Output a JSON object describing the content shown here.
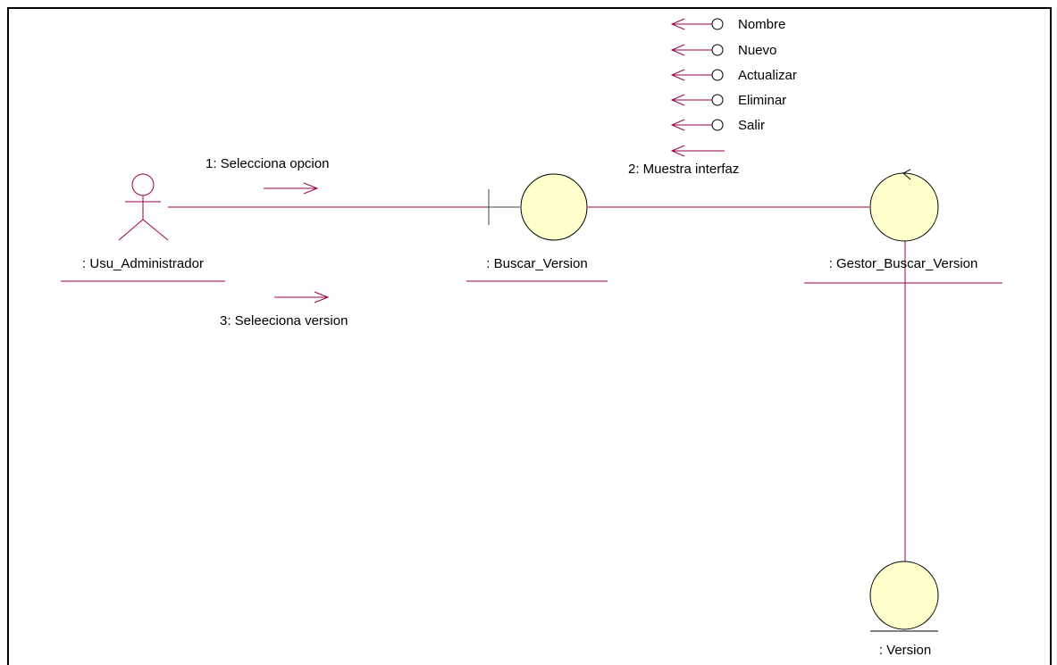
{
  "colors": {
    "line": "#99004c",
    "object_fill": "#ffffcc",
    "object_stroke": "#000000",
    "frame": "#000000"
  },
  "objects": {
    "actor": {
      "label": ": Usu_Administrador",
      "kind": "actor"
    },
    "boundary": {
      "label": ": Buscar_Version",
      "kind": "boundary"
    },
    "control": {
      "label": ": Gestor_Buscar_Version",
      "kind": "control"
    },
    "entity": {
      "label": ": Version",
      "kind": "entity"
    }
  },
  "messages": {
    "m1": "1: Selecciona opcion",
    "m2": "2: Muestra interfaz",
    "m3": "3: Seleeciona version"
  },
  "interface_items": [
    "Nombre",
    "Nuevo",
    "Actualizar",
    "Eliminar",
    "Salir"
  ]
}
